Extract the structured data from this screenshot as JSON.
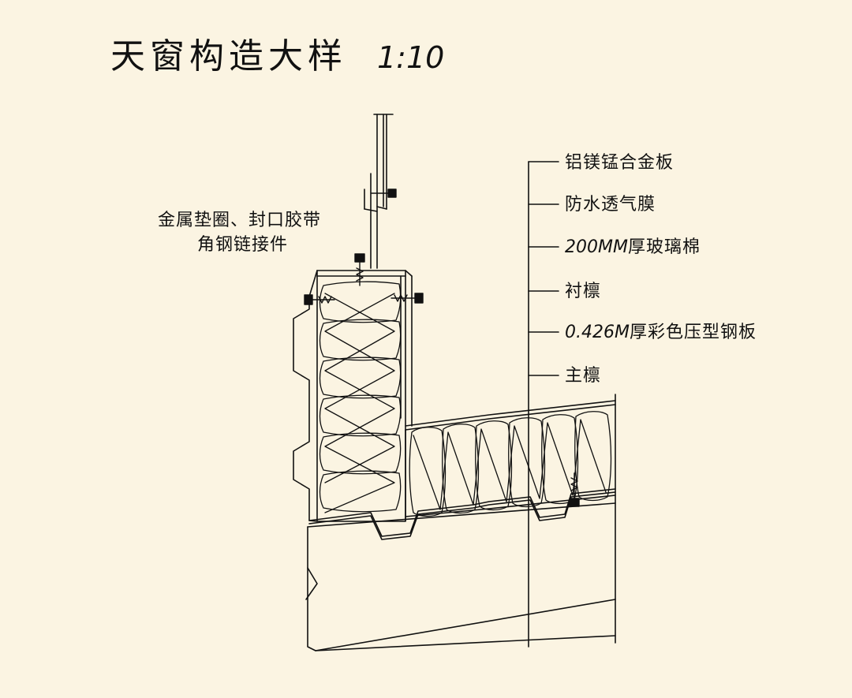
{
  "title": {
    "main": "天窗构造大样",
    "scale": "1:10"
  },
  "labels_left": {
    "line1": "金属垫圈、封口胶带",
    "line2": "角钢链接件"
  },
  "labels_right": [
    {
      "text": "铝镁锰合金板"
    },
    {
      "text": "防水透气膜"
    },
    {
      "prefix": "200MM",
      "text": "厚玻璃棉"
    },
    {
      "text": "衬檩"
    },
    {
      "prefix": "0.426M",
      "text": "厚彩色压型钢板"
    },
    {
      "text": "主檩"
    }
  ],
  "colors": {
    "background": "#fbf4e2",
    "line": "#111111"
  }
}
